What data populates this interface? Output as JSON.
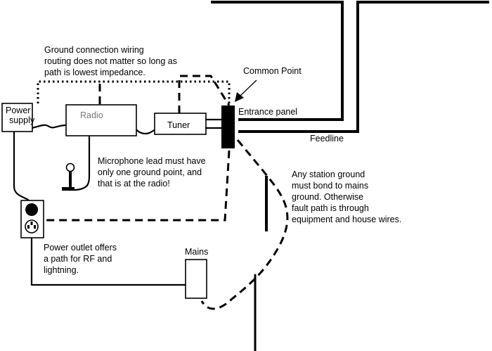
{
  "labels": {
    "power_supply_line1": "Power",
    "power_supply_line2": "supply",
    "radio": "Radio",
    "tuner": "Tuner",
    "common_point": "Common Point",
    "entrance_panel": "Entrance panel",
    "feedline": "Feedline",
    "mains": "Mains"
  },
  "notes": {
    "ground_wiring": [
      "Ground connection wiring",
      "routing does not matter so long as",
      "path is lowest impedance."
    ],
    "microphone": [
      "Microphone lead must have",
      "only one ground point, and",
      "that is at the radio!"
    ],
    "station_ground": [
      "Any station ground",
      "must bond to mains",
      "ground. Otherwise",
      "fault path is through",
      "equipment and house wires."
    ],
    "power_outlet": [
      "Power outlet offers",
      "a path for RF and",
      "lightning."
    ]
  },
  "colors": {
    "ink": "#000000",
    "radio_label": "#777777",
    "background": "#ffffff"
  }
}
